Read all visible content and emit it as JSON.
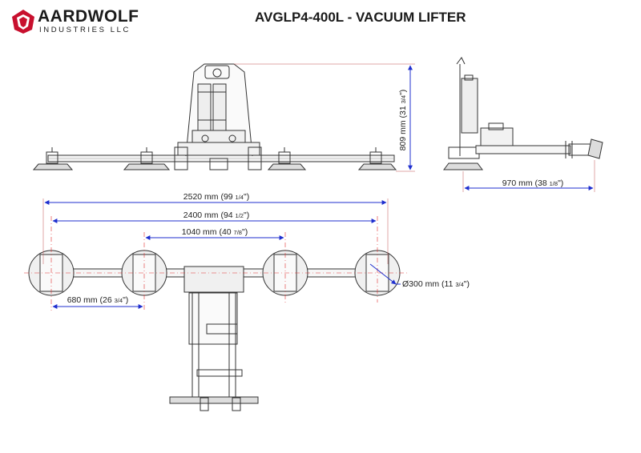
{
  "brand": {
    "name": "AARDWOLF",
    "subtitle": "INDUSTRIES LLC",
    "logo_color": "#c8102e"
  },
  "title": "AVGLP4-400L - VACUUM LIFTER",
  "colors": {
    "dimension_line": "#1f2fcf",
    "center_line": "#e03030",
    "outline": "#333333"
  },
  "dimensions": {
    "overall_width": {
      "main": "2520 mm (99 ",
      "frac": "1/4",
      "close": "\")"
    },
    "cup_span": {
      "main": "2400 mm (94 ",
      "frac": "1/2",
      "close": "\")"
    },
    "inner_span": {
      "main": "1040 mm (40 ",
      "frac": "7/8",
      "close": "\")"
    },
    "cup_spacing": {
      "main": "680 mm (26 ",
      "frac": "3/4",
      "close": "\")"
    },
    "cup_diameter": {
      "main": "Ø300 mm (11 ",
      "frac": "3/4",
      "close": "\")"
    },
    "height": {
      "main": "809 mm (31 ",
      "frac": "3/4",
      "close": "\")"
    },
    "side_depth": {
      "main": "970 mm (38 ",
      "frac": "1/8",
      "close": "\")"
    }
  }
}
